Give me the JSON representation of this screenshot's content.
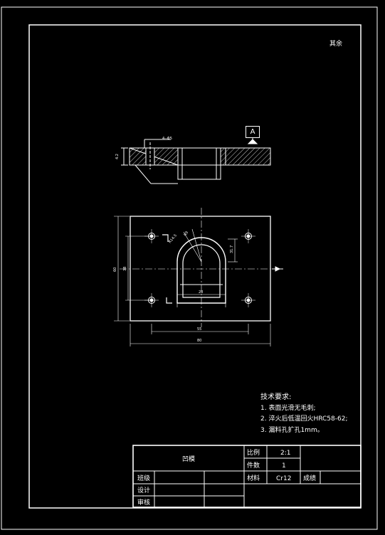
{
  "corner_label": "其余",
  "datum_label": "A",
  "dims": {
    "top_note": "4--Φ5",
    "depth_left": "4.2",
    "h60": "60",
    "h38": "38",
    "v_right": "31.7",
    "rad_a": "R14.5",
    "rad_b": "R9",
    "w28": "28",
    "w55": "55",
    "w80": "80"
  },
  "tech_notes": {
    "heading": "技术要求:",
    "items": [
      "1. 表面光滑无毛刺;",
      "2. 淬火后低温回火HRC58-62;",
      "3. 漏料孔扩孔1mm。"
    ]
  },
  "title_block": {
    "part_name": "凹模",
    "scale_label": "比例",
    "scale_value": "2:1",
    "qty_label": "件数",
    "qty_value": "1",
    "material_label": "材料",
    "material_value": "Cr12",
    "grade_label": "成绩",
    "class_label": "班级",
    "design_label": "设计",
    "review_label": "审核"
  }
}
